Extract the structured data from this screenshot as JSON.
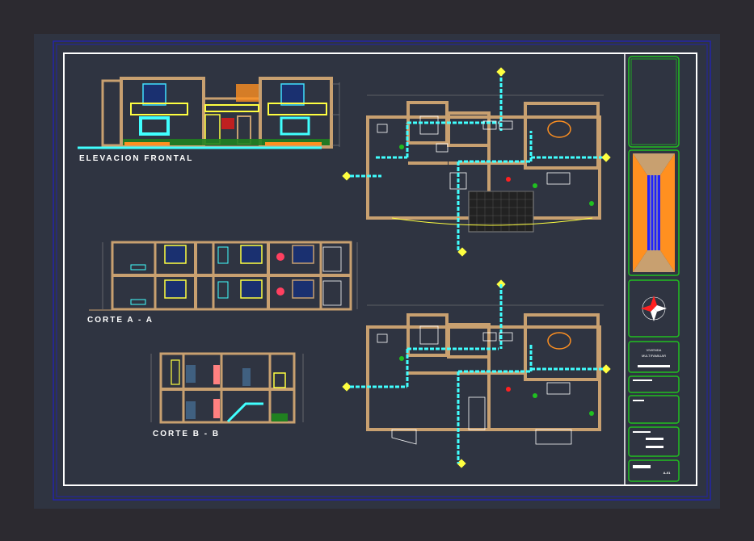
{
  "drawing": {
    "labels": {
      "front_elevation": "ELEVACION FRONTAL",
      "section_a": "CORTE A - A",
      "section_b": "CORTE B - B"
    },
    "title_block": {
      "project_line1": "VIVIENDA",
      "project_line2": "MULTIFAMILIAR",
      "sheet_code": "A-01"
    },
    "colors": {
      "background": "#2c2a30",
      "sheet": "#2f3441",
      "border_white": "#ffffff",
      "border_blue": "#2020c0",
      "walls": "#c8a070",
      "water_line": "#20d8e8",
      "railing": "#ffff40",
      "title_block": "#20c020",
      "accent_red": "#e02020"
    },
    "icons": {
      "north_arrow": "compass-rose-icon",
      "fixture_node": "yellow-diamond-node-icon"
    }
  }
}
